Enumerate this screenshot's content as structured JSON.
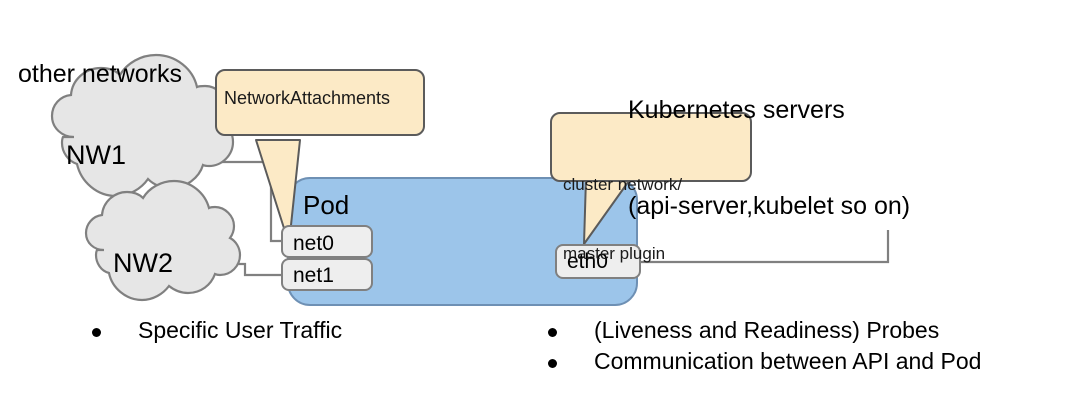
{
  "diagram": {
    "title_left": "other networks",
    "title_right_line1": "Kubernetes servers",
    "title_right_line2": "(api-server,kubelet so on)",
    "clouds": [
      {
        "label": "NW1"
      },
      {
        "label": "NW2"
      }
    ],
    "pod": {
      "label": "Pod",
      "interfaces": [
        {
          "label": "net0"
        },
        {
          "label": "net1"
        },
        {
          "label": "eth0"
        }
      ]
    },
    "callouts": [
      {
        "id": "network-attachments",
        "text": "NetworkAttachments"
      },
      {
        "id": "cluster-network",
        "line1": "cluster network/",
        "line2": "master plugin"
      }
    ],
    "bullets_left": [
      "Specific User Traffic"
    ],
    "bullets_right": [
      "(Liveness and Readiness) Probes",
      "Communication between API and Pod"
    ],
    "colors": {
      "pod_fill": "#9CC5EA",
      "pod_stroke": "#6E90B4",
      "callout_fill": "#FCEAC6",
      "callout_stroke": "#5B5B5B",
      "cloud_fill": "#E6E6E6",
      "cloud_stroke": "#808080",
      "iface_fill": "#EEEEEE",
      "iface_stroke": "#808080",
      "line_stroke": "#808080",
      "text": "#000000",
      "background": "#FFFFFF"
    }
  }
}
